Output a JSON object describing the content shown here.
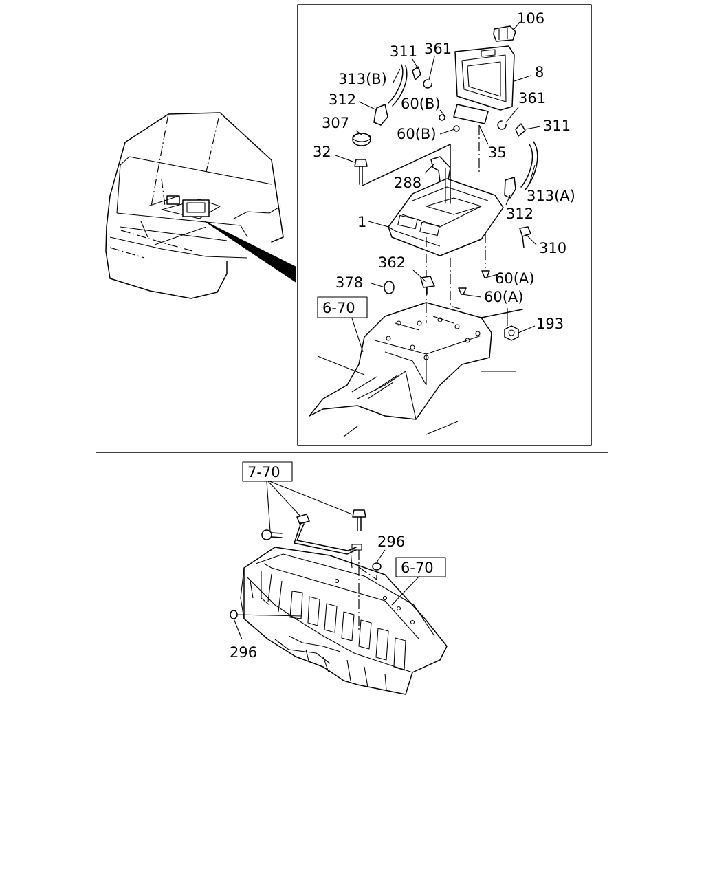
{
  "callouts": {
    "p106": "106",
    "p8": "8",
    "p311_top": "311",
    "p361_top": "361",
    "p313b": "313(B)",
    "p312_left": "312",
    "p60b_1": "60(B)",
    "p361_right": "361",
    "p311_right": "311",
    "p307": "307",
    "p60b_2": "60(B)",
    "p35": "35",
    "p32": "32",
    "p288": "288",
    "p313a": "313(A)",
    "p312_right": "312",
    "p1": "1",
    "p310": "310",
    "p362": "362",
    "p60a_1": "60(A)",
    "p378": "378",
    "p60a_2": "60(A)",
    "p193": "193",
    "ref_top": "6-70",
    "ref_bottom_left": "7-70",
    "p296_top": "296",
    "ref_bottom_right": "6-70",
    "p296_bottom": "296"
  }
}
